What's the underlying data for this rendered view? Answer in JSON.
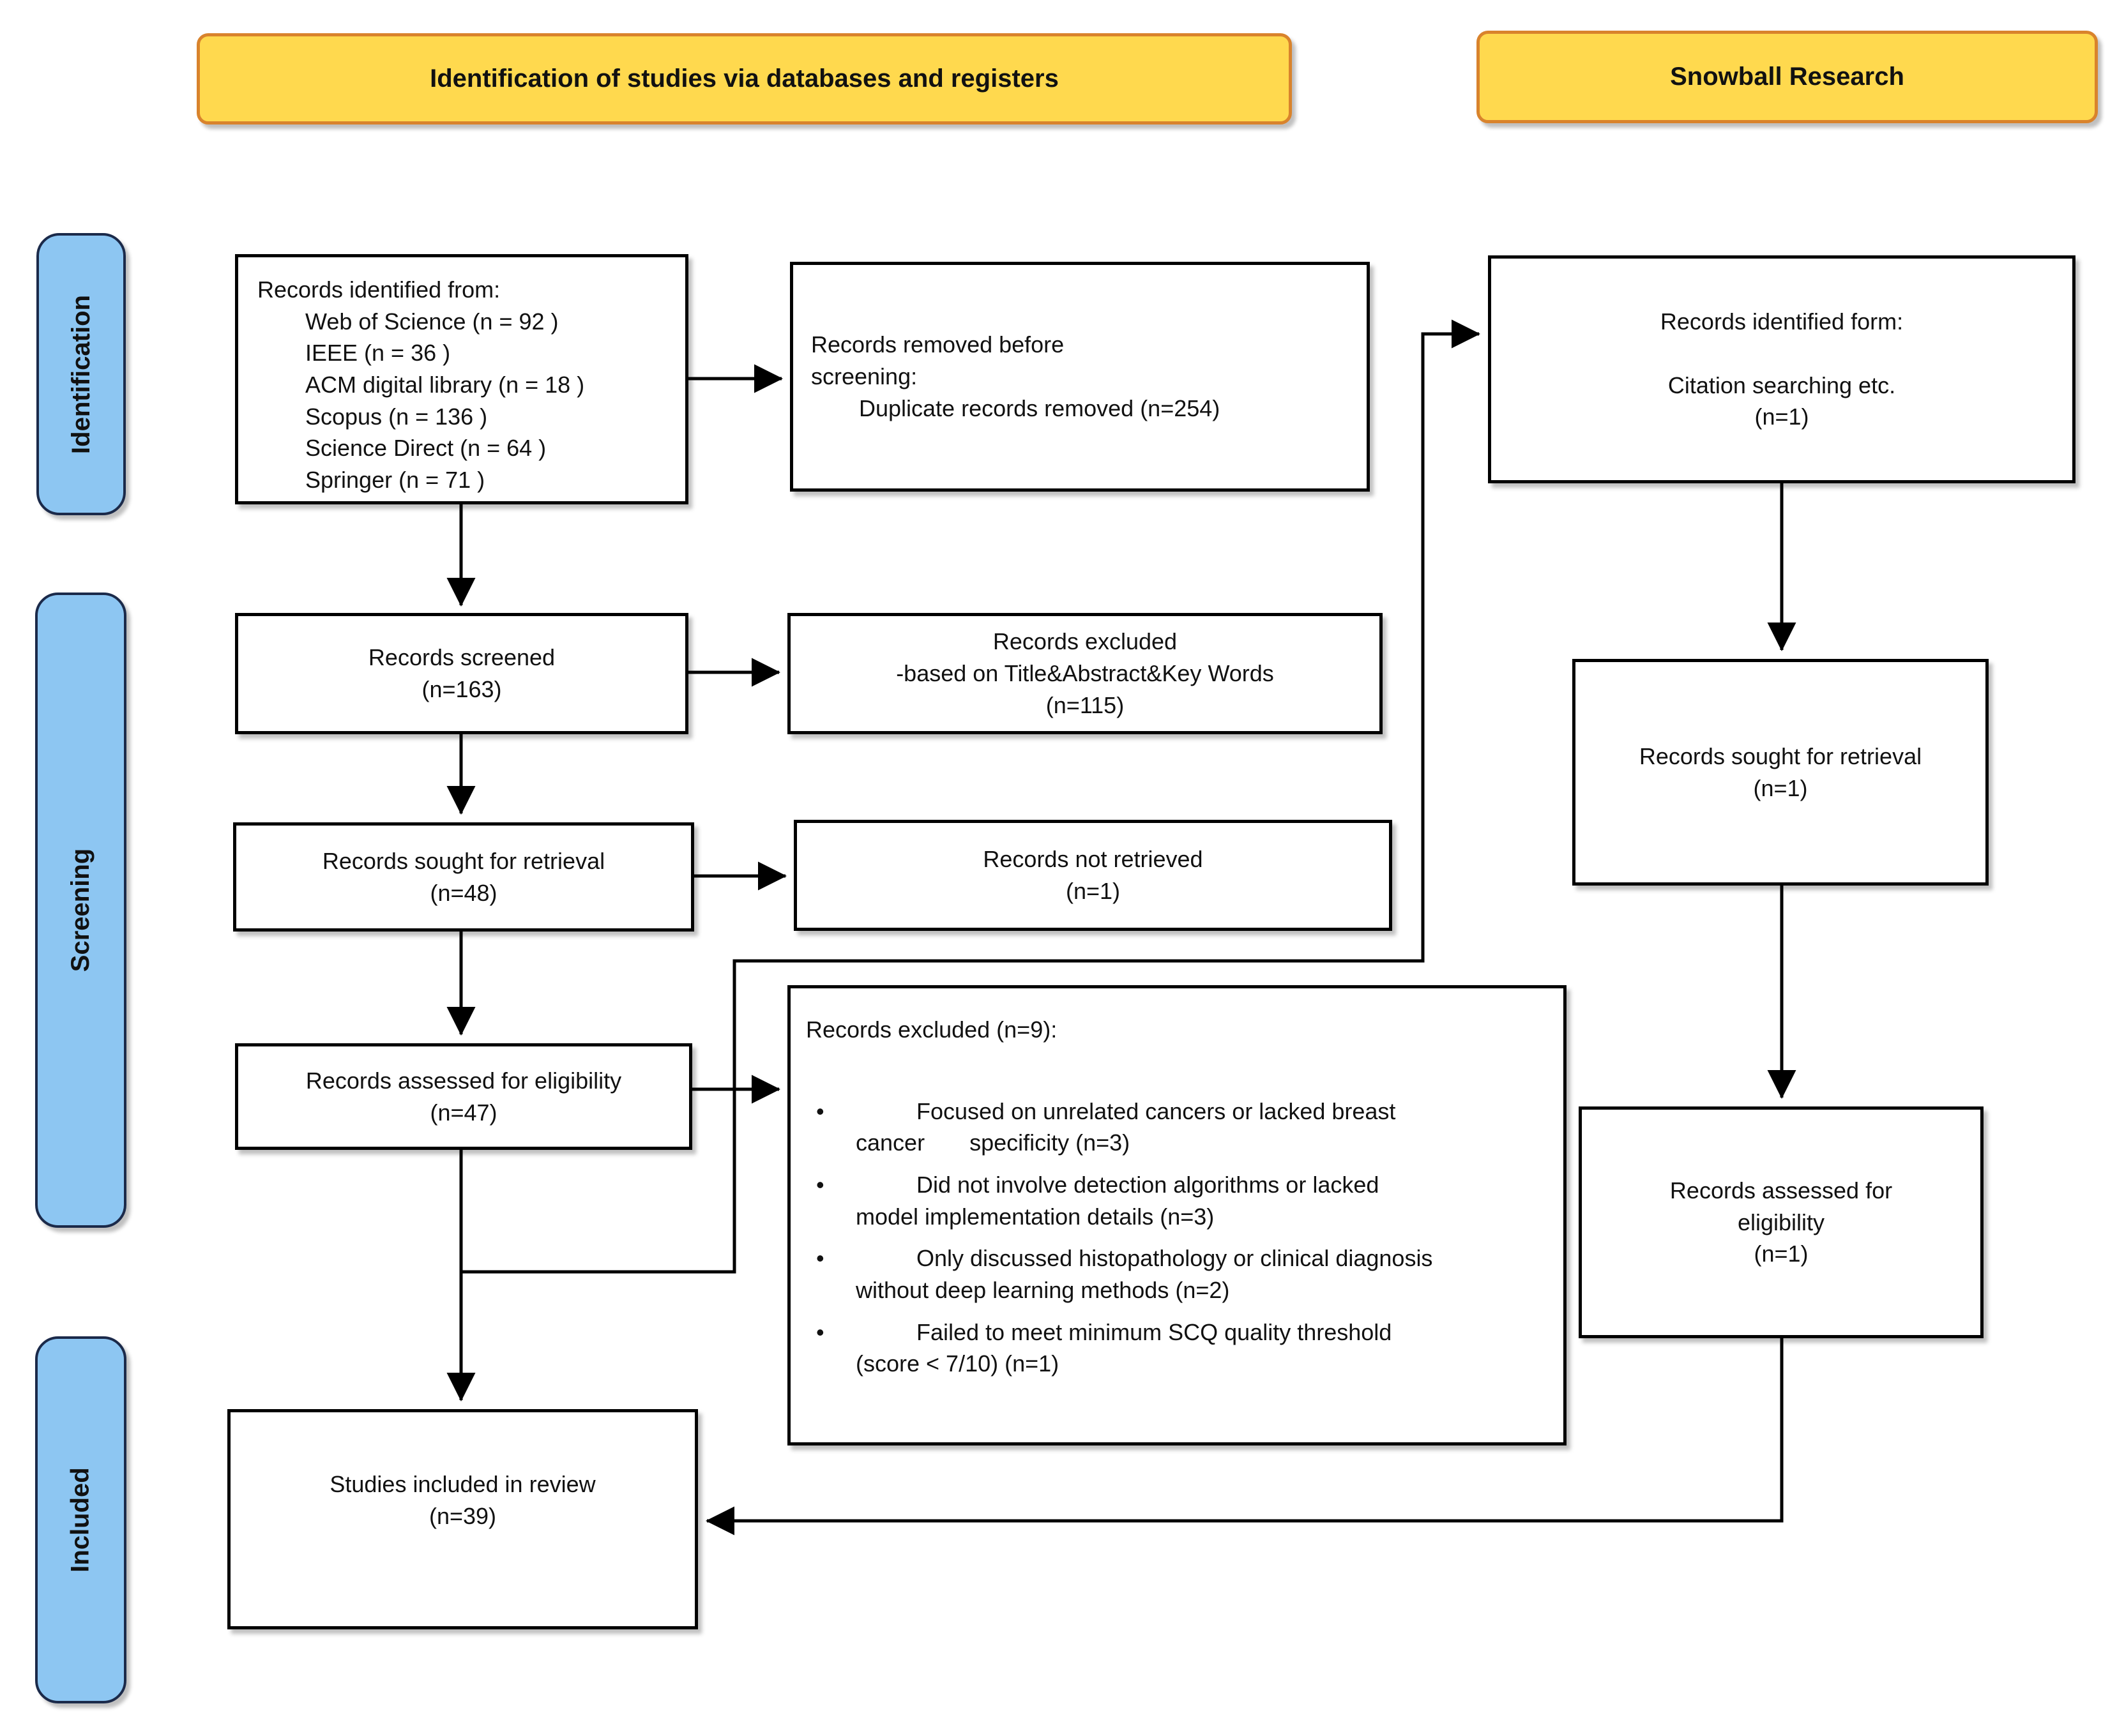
{
  "headers": {
    "left": "Identification of studies via databases and registers",
    "right": "Snowball Research"
  },
  "sidebar": {
    "identification": "Identification",
    "screening": "Screening",
    "included": "Included"
  },
  "colors": {
    "background": "#FFFFFF",
    "header_fill": "#FFD94E",
    "header_border": "#D9832C",
    "stage_fill": "#8DC6F2",
    "stage_border": "#1B2A4A",
    "box_border": "#000000",
    "arrow": "#000000"
  },
  "boxes": {
    "records_identified": {
      "title": "Records identified from:",
      "items": [
        "Web of Science (n = 92 )",
        "IEEE (n = 36 )",
        "ACM digital library (n = 18 )",
        "Scopus (n = 136 )",
        "Science Direct (n = 64 )",
        "Springer (n = 71 )"
      ]
    },
    "records_removed": {
      "lines": [
        "Records removed before",
        "screening:",
        "Duplicate records removed (n=254)"
      ]
    },
    "snowball_identified": {
      "text": "Records identified form:\n\nCitation searching etc.\n(n=1)"
    },
    "records_screened": {
      "text": "Records screened\n(n=163)"
    },
    "records_excluded_screening": {
      "text": "Records excluded\n-based on Title&Abstract&Key Words\n(n=115)"
    },
    "records_sought": {
      "text": "Records sought for retrieval\n(n=48)"
    },
    "records_not_retrieved": {
      "text": "Records not retrieved\n(n=1)"
    },
    "snowball_sought": {
      "text": "Records sought for retrieval\n(n=1)"
    },
    "records_assessed": {
      "text": "Records assessed for eligibility\n(n=47)"
    },
    "records_excluded_eligibility": {
      "title": "Records excluded (n=9):",
      "bullet_char": "•",
      "bullets": [
        "Focused on unrelated cancers or lacked breast\ncancer       specificity (n=3)",
        "Did not involve detection algorithms or lacked\nmodel implementation details (n=3)",
        "Only discussed histopathology or clinical diagnosis\nwithout deep learning methods (n=2)",
        "Failed to meet minimum SCQ quality threshold\n(score < 7/10) (n=1)"
      ]
    },
    "snowball_assessed": {
      "text": "Records assessed for\neligibility\n(n=1)"
    },
    "studies_included": {
      "text": "Studies included in review\n(n=39)"
    }
  }
}
